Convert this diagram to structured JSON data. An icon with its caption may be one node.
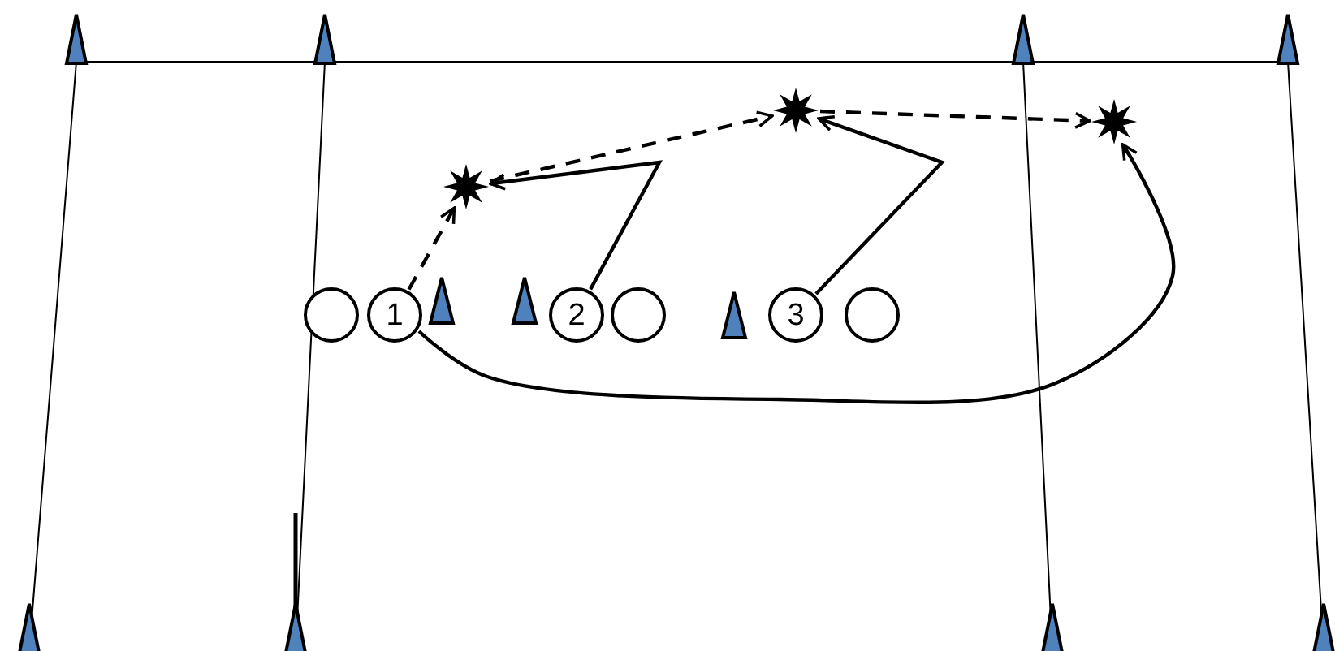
{
  "diagram": {
    "nodes": [
      {
        "text": [],
        "shape": "star"
      },
      {
        "text": [],
        "shape": "star"
      },
      {
        "text": [],
        "shape": "star"
      },
      {
        "text": [],
        "shape": "circle"
      },
      {
        "text": [
          "1"
        ]
      },
      {
        "text": [
          "2"
        ]
      },
      {
        "text": [],
        "shape": "circle"
      },
      {
        "text": [
          "3"
        ]
      },
      {
        "text": [],
        "shape": "circle"
      }
    ],
    "edges": [
      {
        "from": 4,
        "to": 2,
        "arrow": "to",
        "style": "dashed"
      },
      {
        "from": 2,
        "to": 0,
        "arrow": "to",
        "style": "dashed"
      },
      {
        "from": 0,
        "to": 1,
        "arrow": "to",
        "style": "dashed"
      },
      {
        "from": 5,
        "to": 2,
        "arrow": "to"
      },
      {
        "from": 7,
        "to": 0,
        "arrow": "to"
      },
      {
        "from": 4,
        "to": 1,
        "arrow": "to"
      }
    ]
  }
}
